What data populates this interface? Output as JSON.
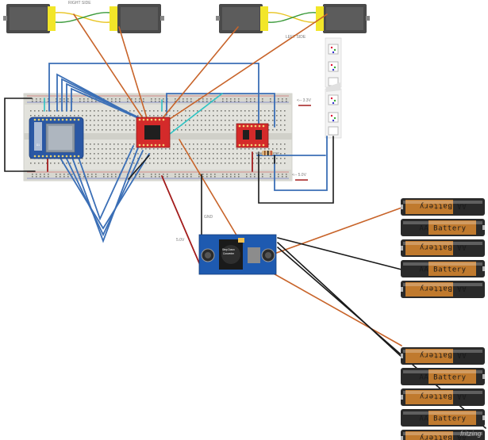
{
  "labels": {
    "right_side": "RIGHT SIDE",
    "left_side": "LEFT SIDE",
    "rail_33": "3.3V",
    "rail_50": "5.0V",
    "gnd": "GND",
    "v50_wire": "5.0V",
    "fritzing": "fritzing"
  },
  "batteries": {
    "pack_labels": [
      "AA Battery",
      "AA Battery",
      "AA Battery",
      "AA Battery",
      "AA Battery",
      "AA Battery",
      "AA Battery",
      "AA Battery",
      "AA Battery",
      "AA Battery"
    ]
  },
  "converter": {
    "chip_text": "Step Down Converter"
  },
  "colors": {
    "wire_blue": "#3b6fb6",
    "wire_orange": "#c8642a",
    "wire_black": "#1a1a1a",
    "wire_red": "#a31c1c",
    "wire_cyan": "#2ec4c4",
    "wire_yellow": "#e8c420",
    "wire_green": "#3a9a3a",
    "breadboard": "#e2e2dc",
    "battery_copper": "#c07a2e",
    "battery_black": "#2a2a2a"
  }
}
